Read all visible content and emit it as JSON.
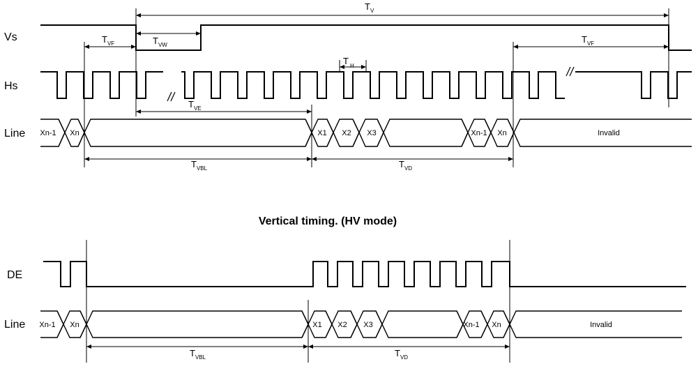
{
  "caption": "Vertical timing. (HV mode)",
  "top": {
    "signals": {
      "vs": "Vs",
      "hs": "Hs",
      "line": "Line"
    },
    "line_cells": [
      "Xn-1",
      "Xn",
      "X1",
      "X2",
      "X3",
      "Xn-1",
      "Xn",
      "Invalid"
    ],
    "parameters": [
      {
        "id": "tv",
        "main": "T",
        "sub": "V"
      },
      {
        "id": "tvf1",
        "main": "T",
        "sub": "VF"
      },
      {
        "id": "tvw",
        "main": "T",
        "sub": "VW"
      },
      {
        "id": "tvf2",
        "main": "T",
        "sub": "VF"
      },
      {
        "id": "th",
        "main": "T",
        "sub": "H"
      },
      {
        "id": "tve",
        "main": "T",
        "sub": "VE"
      },
      {
        "id": "tvbl",
        "main": "T",
        "sub": "VBL"
      },
      {
        "id": "tvd",
        "main": "T",
        "sub": "VD"
      }
    ]
  },
  "bottom": {
    "signals": {
      "de": "DE",
      "line": "Line"
    },
    "line_cells": [
      "Xn-1",
      "Xn",
      "X1",
      "X2",
      "X3",
      "Xn-1",
      "Xn",
      "Invalid"
    ],
    "parameters": [
      {
        "id": "tvbl",
        "main": "T",
        "sub": "VBL"
      },
      {
        "id": "tvd",
        "main": "T",
        "sub": "VD"
      }
    ]
  }
}
